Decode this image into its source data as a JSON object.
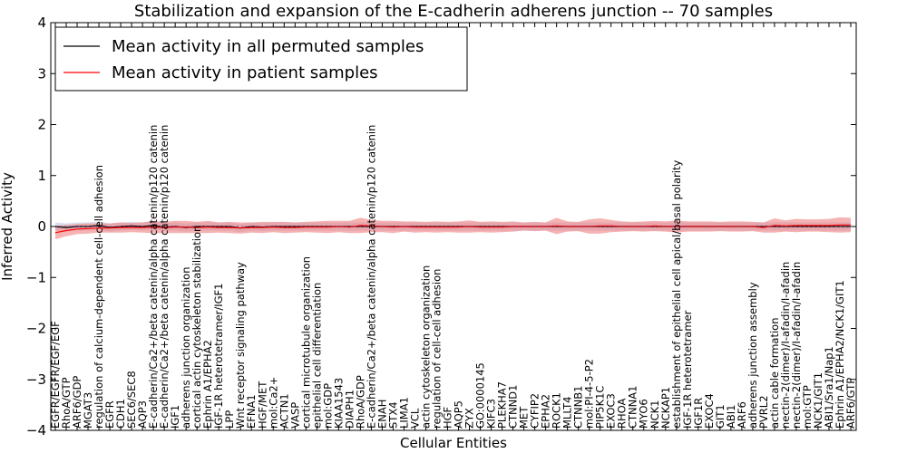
{
  "chart_data": {
    "type": "line",
    "title": "Stabilization and expansion of the E-cadherin adherens junction -- 70 samples",
    "xlabel": "Cellular Entities",
    "ylabel": "Inferred Activity",
    "ylim": [
      -4,
      4
    ],
    "yticks": [
      -4,
      -3,
      -2,
      -1,
      0,
      1,
      2,
      3,
      4
    ],
    "legend_position": "top-left",
    "grid": false,
    "categories": [
      "EGFR/EGFR/EGF/EGF",
      "RhoA/GTP",
      "ARF6/GDP",
      "MGAT3",
      "regulation of calcium-dependent cell-cell adhesion",
      "EGFR",
      "CDH1",
      "SEC6/SEC8",
      "AQP3",
      "E-cadherin/Ca2+/beta catenin/alpha catenin/p120 catenin",
      "E-cadherin/Ca2+/beta catenin/alpha catenin/p120 catenin",
      "IGF1",
      "adherens junction organization",
      "cortical actin cytoskeleton stabilization",
      "Ephrin A1/EPHA2",
      "IGF-1R heterotetramer/IGF1",
      "LPP",
      "Wnt receptor signaling pathway",
      "EFNA1",
      "HGF/MET",
      "mol:Ca2+",
      "ACTN1",
      "VASP",
      "cortical microtubule organization",
      "epithelial cell differentiation",
      "mol:GDP",
      "KIAA1543",
      "DIAPH1",
      "RhoA/GDP",
      "E-cadherin/Ca2+/beta catenin/alpha catenin/p120 catenin",
      "ENAH",
      "STX4",
      "LIMA1",
      "VCL",
      "actin cytoskeleton organization",
      "regulation of cell-cell adhesion",
      "HGF",
      "AQP5",
      "ZYX",
      "GO:0000145",
      "KIFC3",
      "PLEKHA7",
      "CTNND1",
      "MET",
      "CYFIP2",
      "EPHA2",
      "ROCK1",
      "MLLT4",
      "CTNNB1",
      "mol:PI-4-5-P2",
      "PIP5K1C",
      "EXOC3",
      "RHOA",
      "CTNNA1",
      "MYO6",
      "NCK1",
      "NCKAP1",
      "establishment of epithelial cell apical/basal polarity",
      "IGF-1R heterotetramer",
      "IGF1R",
      "EXOC4",
      "GIT1",
      "ABI1",
      "ARF6",
      "adherens junction assembly",
      "PVRL2",
      "actin cable formation",
      "nectin-2(dimer)/I-afadin/I-afadin",
      "nectin-2(dimer)/I-afadin/I-afadin",
      "mol:GTP",
      "NCK1/GIT1",
      "ABI1/Sra1/Nap1",
      "Ephrin A1/EPHA2/NCK1/GIT1",
      "ARF6/GTP"
    ],
    "series": [
      {
        "name": "Mean activity in all permuted samples",
        "color": "#000000",
        "values": [
          0.0,
          -0.02,
          0.0,
          0.0,
          0.02,
          -0.02,
          0.0,
          0.01,
          0.0,
          0.02,
          -0.01,
          0.0,
          -0.02,
          0.0,
          0.0,
          0.0,
          0.0,
          -0.03,
          0.0,
          -0.01,
          0.0,
          0.0,
          0.0,
          0.0,
          0.0,
          0.0,
          0.0,
          0.0,
          0.0,
          0.0,
          0.0,
          0.0,
          0.0,
          0.0,
          0.0,
          0.0,
          0.0,
          0.0,
          0.0,
          0.0,
          0.0,
          0.0,
          0.0,
          0.0,
          0.0,
          0.0,
          0.0,
          0.0,
          0.0,
          0.0,
          0.0,
          0.0,
          0.0,
          0.0,
          0.0,
          0.0,
          0.0,
          0.0,
          0.0,
          0.0,
          0.0,
          0.0,
          0.0,
          0.0,
          0.0,
          0.0,
          0.0,
          0.0,
          0.0,
          0.0,
          0.0,
          0.0,
          0.0,
          0.0
        ],
        "band": 0.08,
        "band_color": "#aab4d8"
      },
      {
        "name": "Mean activity in patient samples",
        "color": "#ff0000",
        "values": [
          -0.12,
          -0.08,
          -0.05,
          -0.04,
          -0.03,
          -0.03,
          -0.02,
          -0.02,
          -0.02,
          -0.01,
          -0.02,
          -0.01,
          -0.01,
          -0.02,
          -0.01,
          -0.02,
          -0.02,
          -0.03,
          -0.02,
          -0.02,
          -0.01,
          -0.02,
          -0.02,
          -0.01,
          -0.01,
          -0.01,
          0.0,
          -0.01,
          0.02,
          0.01,
          0.0,
          -0.01,
          0.0,
          -0.01,
          -0.01,
          -0.01,
          -0.01,
          -0.01,
          0.0,
          -0.01,
          -0.01,
          -0.01,
          0.0,
          0.0,
          0.0,
          0.0,
          0.01,
          0.0,
          0.0,
          0.0,
          0.01,
          0.01,
          0.0,
          0.0,
          0.0,
          0.01,
          0.0,
          0.0,
          0.0,
          0.0,
          0.0,
          0.0,
          0.0,
          0.0,
          0.0,
          -0.02,
          0.02,
          0.01,
          0.02,
          0.02,
          0.02,
          0.02,
          0.03,
          0.03
        ],
        "band": [
          0.13,
          0.11,
          0.1,
          0.1,
          0.09,
          0.09,
          0.1,
          0.09,
          0.1,
          0.12,
          0.11,
          0.12,
          0.12,
          0.11,
          0.12,
          0.1,
          0.11,
          0.11,
          0.1,
          0.11,
          0.1,
          0.11,
          0.1,
          0.1,
          0.11,
          0.12,
          0.11,
          0.12,
          0.15,
          0.12,
          0.11,
          0.12,
          0.1,
          0.11,
          0.1,
          0.11,
          0.1,
          0.11,
          0.12,
          0.1,
          0.11,
          0.1,
          0.1,
          0.08,
          0.09,
          0.08,
          0.16,
          0.1,
          0.09,
          0.14,
          0.15,
          0.12,
          0.1,
          0.09,
          0.1,
          0.1,
          0.1,
          0.12,
          0.1,
          0.1,
          0.1,
          0.09,
          0.1,
          0.1,
          0.09,
          0.1,
          0.14,
          0.11,
          0.13,
          0.12,
          0.12,
          0.13,
          0.15,
          0.14
        ],
        "band_color": "#f08080"
      }
    ]
  }
}
